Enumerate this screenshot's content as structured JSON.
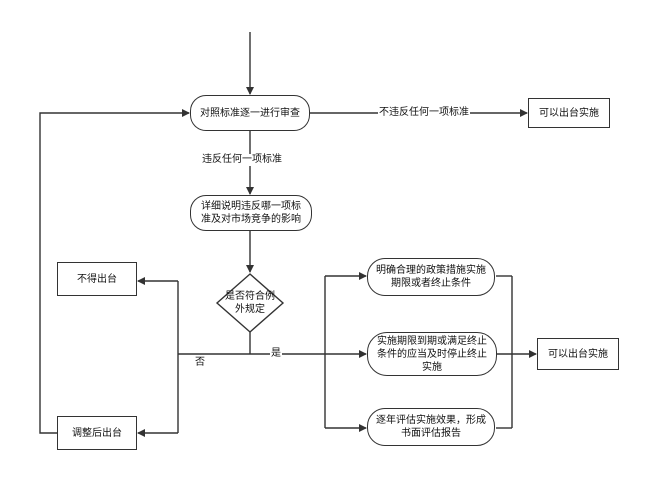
{
  "nodes": {
    "review": "对照标准逐一进行审查",
    "can_implement_top": "可以出台实施",
    "explain": "详细说明违反哪一项标准及对市场竞争的影响",
    "decision": "是否符合例外规定",
    "not_allowed": "不得出台",
    "adjust": "调整后出台",
    "clear_policy": "明确合理的政策措施实施期限或者终止条件",
    "expiry": "实施期限到期或满足终止条件的应当及时停止终止实施",
    "annual_eval": "逐年评估实施效果，形成书面评估报告",
    "can_implement_right": "可以出台实施"
  },
  "edges": {
    "no_violation": "不违反任何一项标准",
    "violation": "违反任何一项标准",
    "no": "否",
    "yes": "是"
  },
  "colors": {
    "line": "#333333",
    "background": "#ffffff"
  }
}
